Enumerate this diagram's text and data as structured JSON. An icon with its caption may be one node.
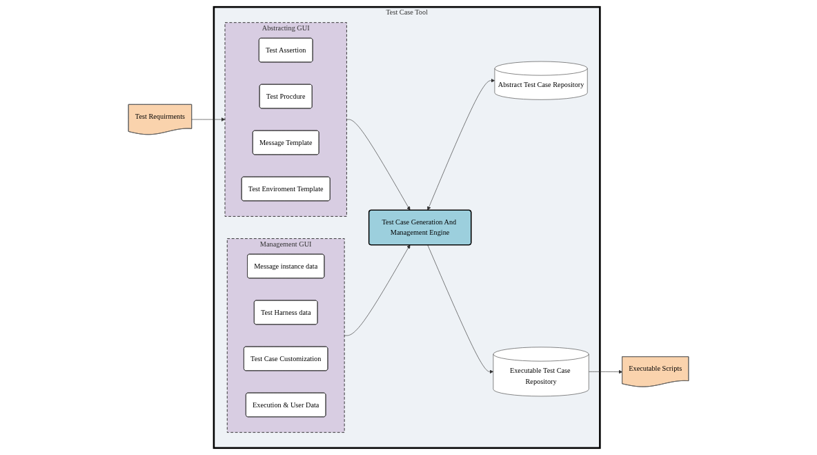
{
  "diagram": {
    "nodes": [
      {
        "text": [
          "Test Requirments"
        ]
      },
      {
        "text": [
          "Test Case Tool"
        ]
      },
      {
        "text": [
          "Abstracting GUI"
        ],
        "in": 1
      },
      {
        "text": [
          "Test Assertion"
        ],
        "in": 2
      },
      {
        "text": [
          "Test Procdure"
        ],
        "in": 2
      },
      {
        "text": [
          "Message Template"
        ],
        "in": 2
      },
      {
        "text": [
          "Test Enviroment Template"
        ],
        "in": 2
      },
      {
        "text": [
          "Test Case Generation And Management Engine"
        ],
        "in": 1
      },
      {
        "text": [
          "Abstract Test Case Repository"
        ],
        "in": 1
      },
      {
        "text": [
          "Executable Test Case Repository"
        ],
        "in": 1
      },
      {
        "text": [
          "Management GUI"
        ],
        "in": 1
      },
      {
        "text": [
          "Message instance data"
        ],
        "in": 10
      },
      {
        "text": [
          "Test Harness data"
        ],
        "in": 10
      },
      {
        "text": [
          "Test Case Customization"
        ],
        "in": 10
      },
      {
        "text": [
          "Execution & User Data"
        ],
        "in": 10
      },
      {
        "text": [
          "Executable Scripts"
        ]
      }
    ],
    "edges": [
      {
        "from": 0,
        "to": 2,
        "arrow": "to"
      },
      {
        "from": 2,
        "to": 7,
        "arrow": "to"
      },
      {
        "from": 7,
        "to": 8,
        "arrow": "both"
      },
      {
        "from": 7,
        "to": 9,
        "arrow": "to"
      },
      {
        "from": 10,
        "to": 7,
        "arrow": "to"
      },
      {
        "from": 9,
        "to": 15,
        "arrow": "to"
      }
    ]
  }
}
